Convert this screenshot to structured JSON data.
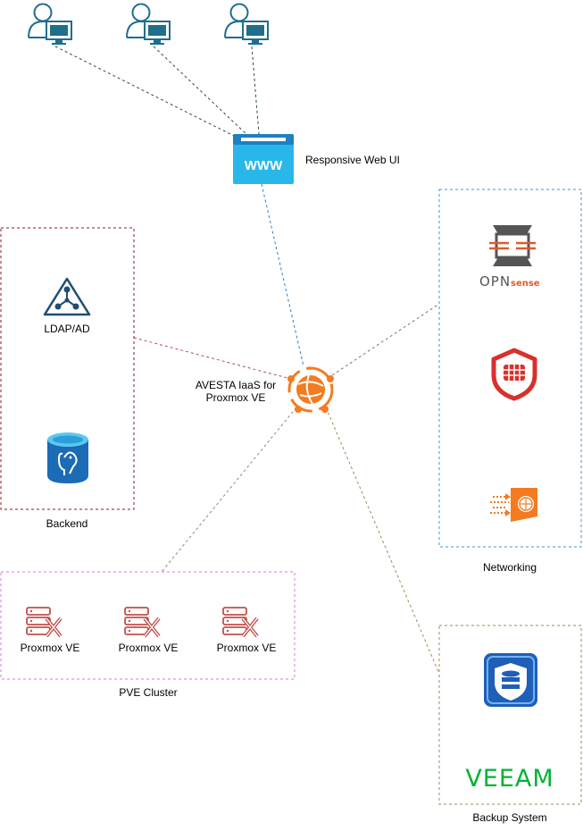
{
  "web_ui": {
    "label": "Responsive Web UI",
    "icon_text": "WWW"
  },
  "core": {
    "label_line1": "AVESTA IaaS for",
    "label_line2": "Proxmox VE"
  },
  "backend": {
    "label": "Backend",
    "ldap_label": "LDAP/AD"
  },
  "pve_cluster": {
    "label": "PVE Cluster",
    "nodes": [
      "Proxmox VE",
      "Proxmox VE",
      "Proxmox VE"
    ]
  },
  "networking": {
    "label": "Networking",
    "opnsense_text_a": "OPN",
    "opnsense_text_b": "sense"
  },
  "backup": {
    "label": "Backup System",
    "veeam_text": "VEEAM"
  },
  "colors": {
    "user_icon": "#1f6e8c",
    "web_blue": "#29b6e8",
    "core_orange": "#f47b20",
    "backend_border": "#8b1a1a",
    "cluster_border": "#d97ad6",
    "networking_border": "#3a9ad9",
    "backup_border": "#a08a5a",
    "proxmox_red": "#c0504d",
    "veeam_green": "#00b336"
  }
}
